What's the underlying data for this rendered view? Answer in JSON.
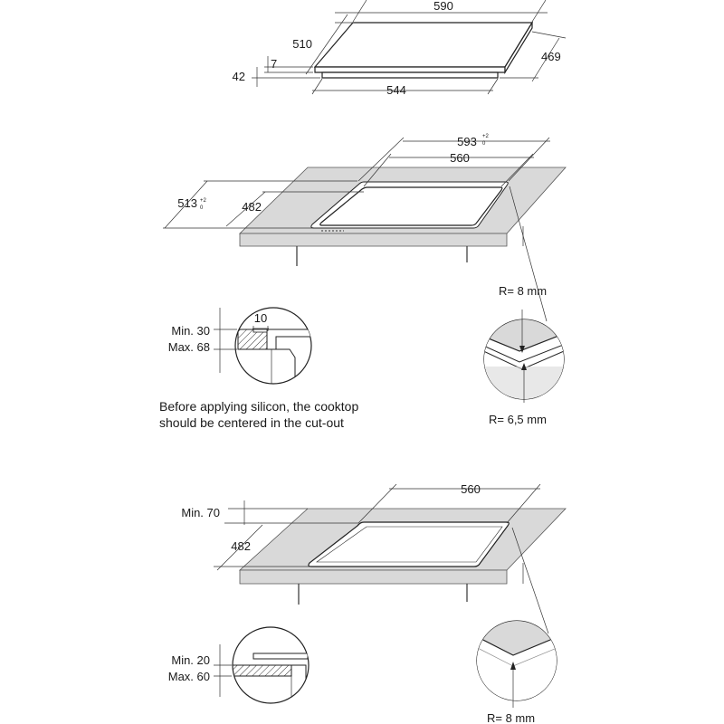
{
  "hob": {
    "width": "590",
    "depth": "510",
    "glass_thickness": "7",
    "total_height": "42",
    "side_depth": "469",
    "base_width": "544"
  },
  "cutout_flush": {
    "outer_width": "593",
    "outer_width_tol": "+2",
    "outer_width_tol_low": "0",
    "inner_width": "560",
    "outer_depth": "513",
    "outer_depth_tol": "+2",
    "outer_depth_tol_low": "0",
    "inner_depth": "482",
    "outer_radius": "R= 8 mm",
    "inner_radius": "R= 6,5 mm",
    "rebate_depth": "10",
    "worktop_min": "Min. 30",
    "worktop_max": "Max. 68",
    "note_line1": "Before applying silicon, the cooktop",
    "note_line2": "should be centered in the cut-out"
  },
  "cutout_standard": {
    "width": "560",
    "depth": "482",
    "front_min": "Min. 70",
    "radius": "R= 8 mm",
    "worktop_min": "Min. 20",
    "worktop_max": "Max. 60"
  }
}
